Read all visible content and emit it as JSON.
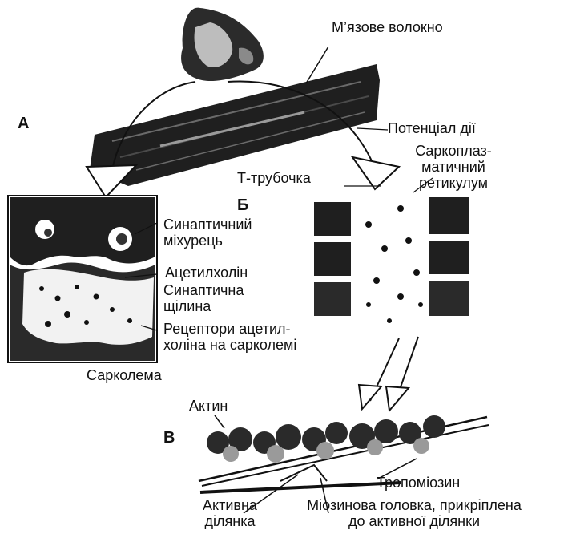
{
  "markers": {
    "a": "А",
    "b": "Б",
    "c": "В"
  },
  "labels": {
    "muscle_fiber": "М’язове волокно",
    "action_potential": "Потенціал дії",
    "sarcoplasmic_1": "Саркоплаз-",
    "sarcoplasmic_2": "матичний",
    "sarcoplasmic_3": "ретикулум",
    "t_tubule": "Т-трубочка",
    "synaptic_vesicle_1": "Синаптичний",
    "synaptic_vesicle_2": "міхурець",
    "acetylcholine": "Ацетилхолін",
    "synaptic_cleft_1": "Синаптична",
    "synaptic_cleft_2": "щілина",
    "receptors_1": "Рецептори ацетил-",
    "receptors_2": "холіна на сарколемі",
    "sarcolemma": "Сарколема",
    "actin": "Актин",
    "tropomyosin": "Тропоміозин",
    "active_site_1": "Активна",
    "active_site_2": "ділянка",
    "myosin_head_1": "Міозинова головка, прикріплена",
    "myosin_head_2": "до активної ділянки"
  },
  "colors": {
    "ink": "#111111",
    "dark": "#1a1a1a",
    "mid": "#555555",
    "light": "#e8e8e8"
  }
}
